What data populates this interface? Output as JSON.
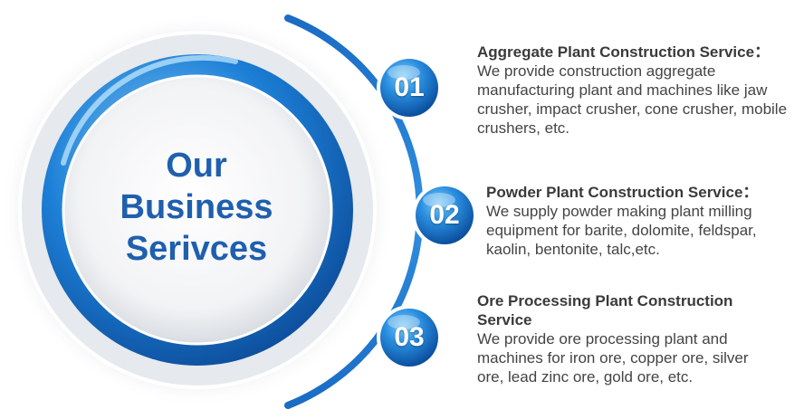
{
  "center": {
    "lines": [
      "Our",
      "Business",
      "Serivces"
    ]
  },
  "services": [
    {
      "number": "01",
      "title": "Aggregate Plant Construction Service：",
      "description": "We provide construction aggregate manufacturing plant and machines like jaw crusher, impact crusher, cone crusher, mobile crushers, etc."
    },
    {
      "number": "02",
      "title": "Powder Plant Construction Service：",
      "description": "We supply powder making plant milling equipment for barite, dolomite, feldspar, kaolin, bentonite, talc,etc."
    },
    {
      "number": "03",
      "title": "Ore Processing Plant Construction Service",
      "description": "We provide ore processing plant and machines for iron ore, copper ore, silver ore, lead zinc ore, gold ore, etc."
    }
  ],
  "colors": {
    "title_blue": "#1f5fae",
    "ring_blue": "#1e6fc4",
    "badge_blue": "#1a78d0",
    "text_gray": "#444444"
  }
}
